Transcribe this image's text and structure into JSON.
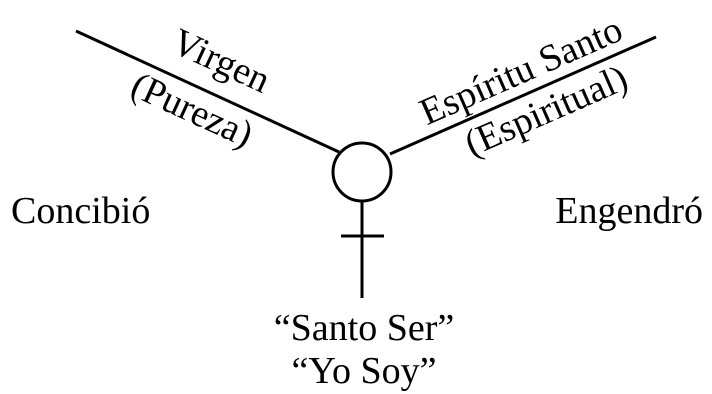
{
  "labels": {
    "left_line_top": "Virgen",
    "left_line_bottom": "(Pureza)",
    "right_line_top": "Espíritu Santo",
    "right_line_bottom": "(Espiritual)",
    "left_side": "Concibió",
    "right_side": "Engendró",
    "bottom_line1": "“Santo Ser”",
    "bottom_line2": "“Yo Soy”"
  },
  "colors": {
    "ink": "#000000",
    "background": "#ffffff"
  },
  "icons": {
    "center_symbol": "female-symbol-icon"
  }
}
